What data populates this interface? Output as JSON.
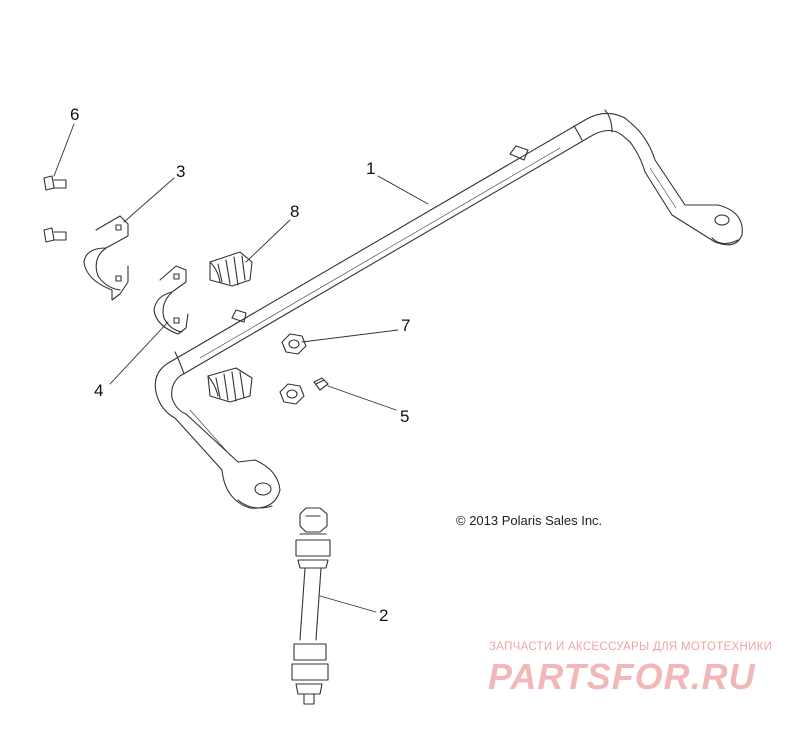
{
  "callouts": {
    "c1": "1",
    "c2": "2",
    "c3": "3",
    "c4": "4",
    "c5": "5",
    "c6": "6",
    "c7": "7",
    "c8": "8"
  },
  "copyright": "© 2013 Polaris Sales Inc.",
  "watermark": {
    "tagline": "ЗАПЧАСТИ И АКСЕССУАРЫ ДЛЯ МОТОТЕХНИКИ",
    "brand": "PARTSFOR.RU"
  },
  "colors": {
    "line": "#333333",
    "watermark": "#f2b7b7"
  }
}
